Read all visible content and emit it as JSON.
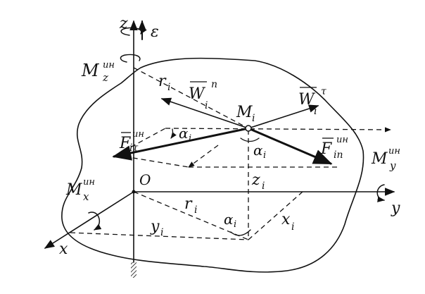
{
  "labels": {
    "z": "z",
    "epsilon": "ε",
    "M_z": "M",
    "M_z_sup": "ин",
    "M_z_sub": "z",
    "r_i_top": "r",
    "r_i_top_sub": "i",
    "W_n": "W",
    "W_n_sup": "n",
    "W_n_sub": "i",
    "W_tau": "W",
    "W_tau_sup": "τ",
    "W_tau_sub": "i",
    "M_i": "M",
    "M_i_sub": "i",
    "alpha_upper": "α",
    "alpha_upper_sub": "i",
    "F_tau": "F",
    "F_tau_sup": "ин",
    "F_tau_sub": "iτ",
    "alpha_mid": "α",
    "alpha_mid_sub": "i",
    "F_n": "F",
    "F_n_sup": "ин",
    "F_n_sub": "in",
    "M_y": "M",
    "M_y_sup": "ин",
    "M_y_sub": "y",
    "O": "O",
    "z_i": "z",
    "z_i_sub": "i",
    "M_x": "M",
    "M_x_sup": "ин",
    "M_x_sub": "x",
    "r_i_bottom": "r",
    "r_i_bottom_sub": "i",
    "alpha_bottom": "α",
    "alpha_bottom_sub": "i",
    "x_i": "x",
    "x_i_sub": "i",
    "y_i": "y",
    "y_i_sub": "i",
    "y_axis": "y",
    "x_axis": "x"
  }
}
